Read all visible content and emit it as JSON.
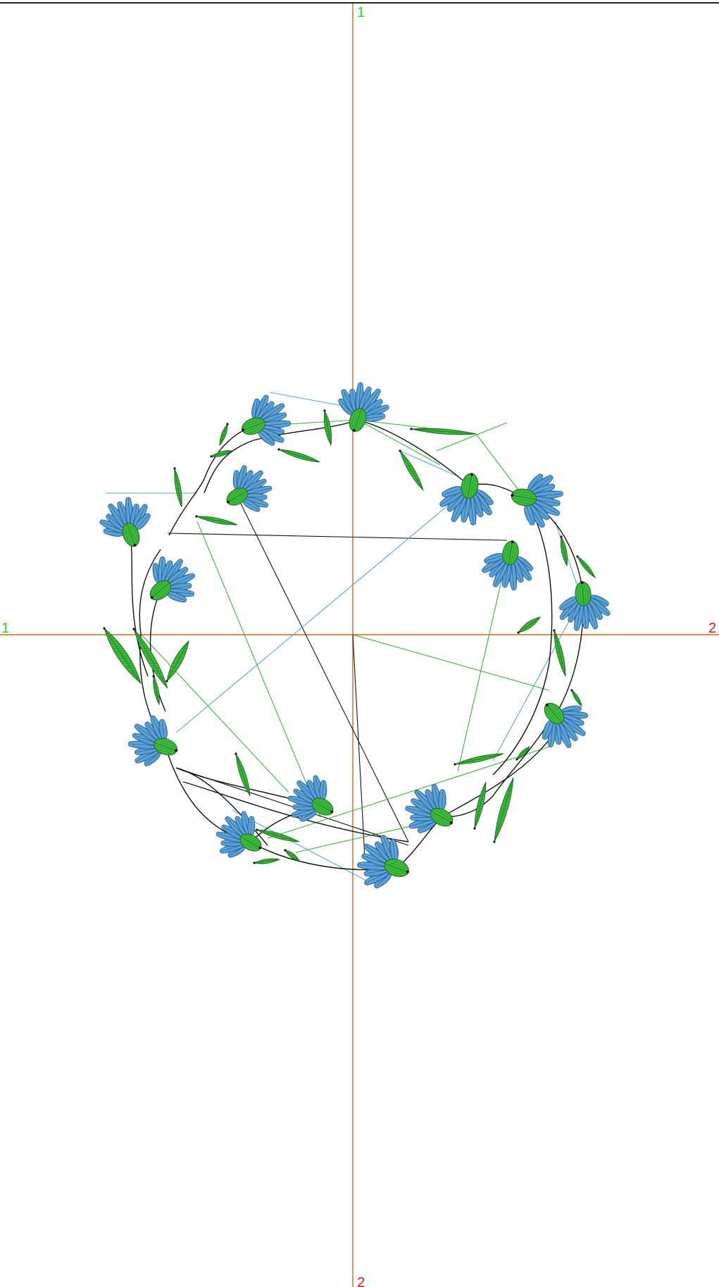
{
  "axis_labels": {
    "left": "1",
    "right": "2",
    "top": "1",
    "bottom": "2"
  },
  "colors": {
    "axis": "#c8691c",
    "label_green": "#22dd22",
    "label_red": "#ee1111",
    "petal": "#5aa5dc",
    "petal_stroke": "#2a5f8f",
    "leaf": "#3cbc3c",
    "leaf_stroke": "#1d6a1d",
    "stem": "#111111",
    "guide_green": "#3cb43c",
    "guide_blue": "#5aa5dc"
  },
  "icons": {
    "flower": "flower-icon",
    "leaf": "leaf-icon"
  }
}
